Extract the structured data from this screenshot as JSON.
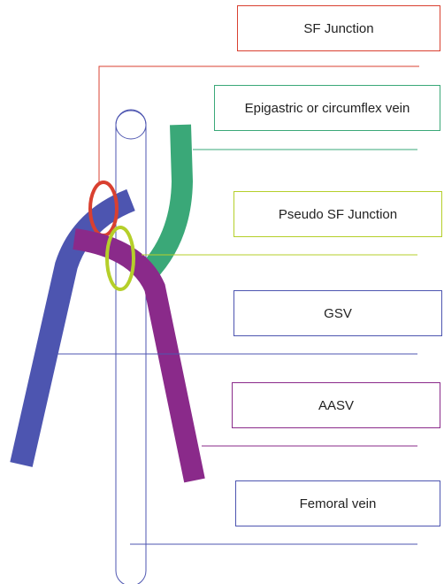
{
  "labels": {
    "sf_junction": "SF Junction",
    "epigastric": "Epigastric or circumflex vein",
    "pseudo_sf_junction": "Pseudo SF Junction",
    "gsv": "GSV",
    "aasv": "AASV",
    "femoral_vein": "Femoral vein"
  },
  "colors": {
    "sf_junction": "#d94030",
    "epigastric": "#3aa878",
    "pseudo_sf_junction": "#b5cf2a",
    "gsv": "#4d55b0",
    "aasv": "#8a2a8a",
    "femoral_vein": "#4d55b0"
  }
}
